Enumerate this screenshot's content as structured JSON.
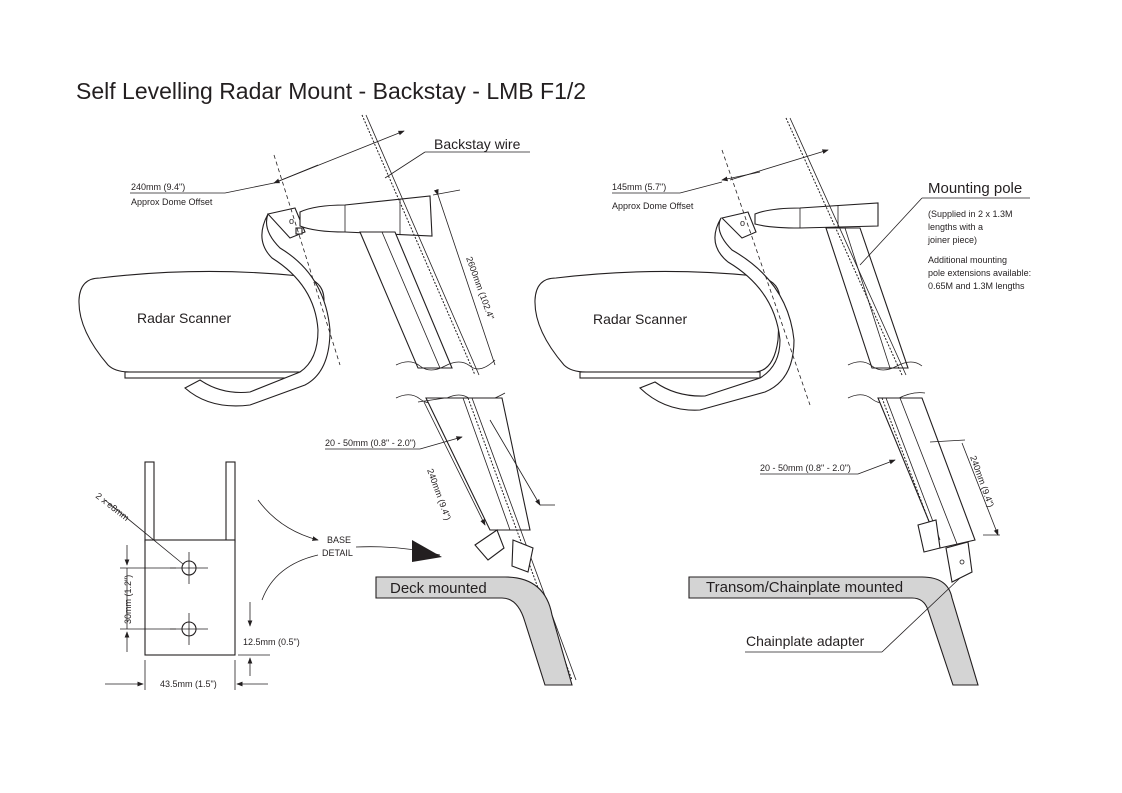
{
  "title": "Self Levelling Radar Mount - Backstay - LMB F1/2",
  "left_mount": {
    "offset_dim": "240mm (9.4\")",
    "offset_note": "Approx Dome Offset",
    "backstay_label": "Backstay wire",
    "pole_length": "2600mm (102.4\"",
    "scanner_label": "Radar Scanner",
    "wire_gap": "20 - 50mm (0.8\" - 2.0\")",
    "base_length": "240mm (9.4\")",
    "mount_label": "Deck mounted"
  },
  "right_mount": {
    "offset_dim": "145mm (5.7\")",
    "offset_note": "Approx Dome Offset",
    "pole_label": "Mounting pole",
    "pole_note_1": "(Supplied in 2 x 1.3M",
    "pole_note_2": "lengths with a",
    "pole_note_3": "joiner piece)",
    "pole_note_4": "Additional mounting",
    "pole_note_5": "pole extensions available:",
    "pole_note_6": "0.65M and 1.3M lengths",
    "scanner_label": "Radar Scanner",
    "wire_gap": "20 - 50mm (0.8\" - 2.0\")",
    "base_length": "240mm (9.4\")",
    "mount_label": "Transom/Chainplate mounted",
    "adapter_label": "Chainplate adapter"
  },
  "base_detail": {
    "holes": "2 x e8mm",
    "hole_spacing": "30mm (1.2\")",
    "edge_distance": "12.5mm (0.5\")",
    "width": "43.5mm (1.5\")",
    "callout_1": "BASE",
    "callout_2": "DETAIL"
  }
}
